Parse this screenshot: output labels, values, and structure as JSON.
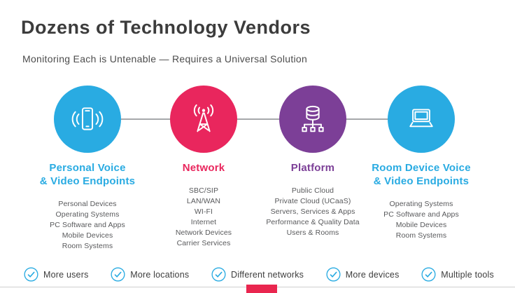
{
  "title": "Dozens of Technology Vendors",
  "subtitle": "Monitoring Each is Untenable — Requires a Universal Solution",
  "columns": [
    {
      "icon": "smartphone-waves-icon",
      "color": "#29ABE2",
      "label_lines": [
        "Personal Voice",
        "& Video Endpoints"
      ],
      "items": [
        "Personal Devices",
        "Operating Systems",
        "PC Software and Apps",
        "Mobile Devices",
        "Room Systems"
      ]
    },
    {
      "icon": "antenna-icon",
      "color": "#E9265D",
      "label_lines": [
        "Network"
      ],
      "items": [
        "SBC/SIP",
        "LAN/WAN",
        "WI-FI",
        "Internet",
        "Network Devices",
        "Carrier Services"
      ]
    },
    {
      "icon": "database-network-icon",
      "color": "#7C3F97",
      "label_lines": [
        "Platform"
      ],
      "items": [
        "Public Cloud",
        "Private Cloud (UCaaS)",
        "Servers, Services & Apps",
        "Performance & Quality Data",
        "Users & Rooms"
      ]
    },
    {
      "icon": "laptop-icon",
      "color": "#29ABE2",
      "label_lines": [
        "Room Device Voice",
        "& Video Endpoints"
      ],
      "items": [
        "Operating Systems",
        "PC Software and Apps",
        "Mobile Devices",
        "Room Systems"
      ]
    }
  ],
  "footer": {
    "icon": "check-icon",
    "items": [
      "More users",
      "More locations",
      "Different networks",
      "More devices",
      "Multiple tools"
    ]
  },
  "colors": {
    "cyan": "#29ABE2",
    "pink": "#E9265D",
    "purple": "#7C3F97",
    "accent_bar": "#E9264F",
    "title_text": "#3C3C3C",
    "body_text": "#58595B"
  }
}
